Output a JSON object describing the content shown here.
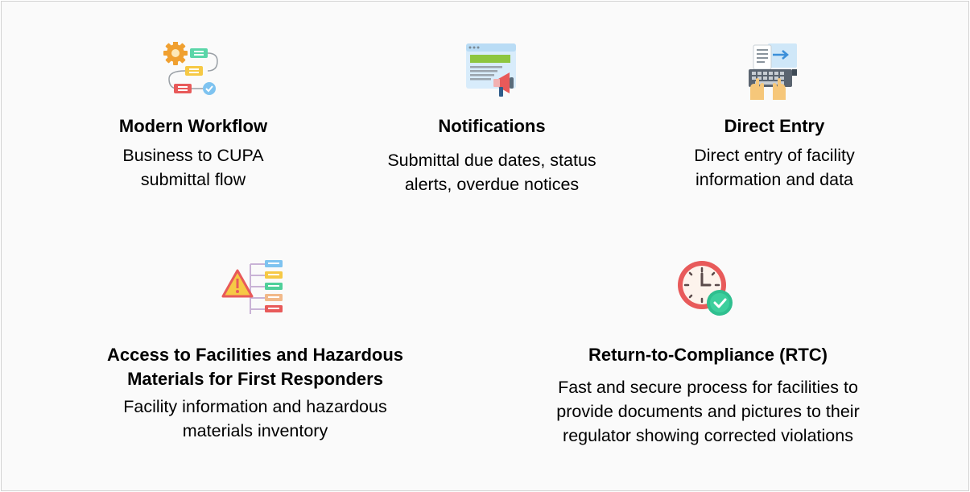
{
  "features": [
    {
      "icon": "workflow-icon",
      "title": "Modern Workflow",
      "desc_lines": [
        "Business to CUPA",
        "submittal flow"
      ]
    },
    {
      "icon": "notification-megaphone-icon",
      "title": "Notifications",
      "desc_lines": [
        "Submittal due dates, status",
        "alerts, overdue notices"
      ]
    },
    {
      "icon": "keyboard-typing-icon",
      "title": "Direct Entry",
      "desc_lines": [
        "Direct entry of facility",
        "information and data"
      ]
    },
    {
      "icon": "hazard-hierarchy-icon",
      "title_lines": [
        "Access to Facilities and Hazardous",
        "Materials for First Responders"
      ],
      "desc_lines": [
        "Facility information and hazardous",
        "materials inventory"
      ]
    },
    {
      "icon": "clock-check-icon",
      "title": "Return-to-Compliance (RTC)",
      "desc_lines": [
        "Fast and secure process for facilities to",
        "provide documents and pictures to their",
        "regulator showing corrected violations"
      ]
    }
  ],
  "colors": {
    "background": "#fafafa",
    "border": "#d2d2d2",
    "green": "#2fbf8f",
    "red": "#e85a5a",
    "yellow": "#f6c945",
    "blue": "#7ec3f0",
    "orange": "#f0a030"
  }
}
